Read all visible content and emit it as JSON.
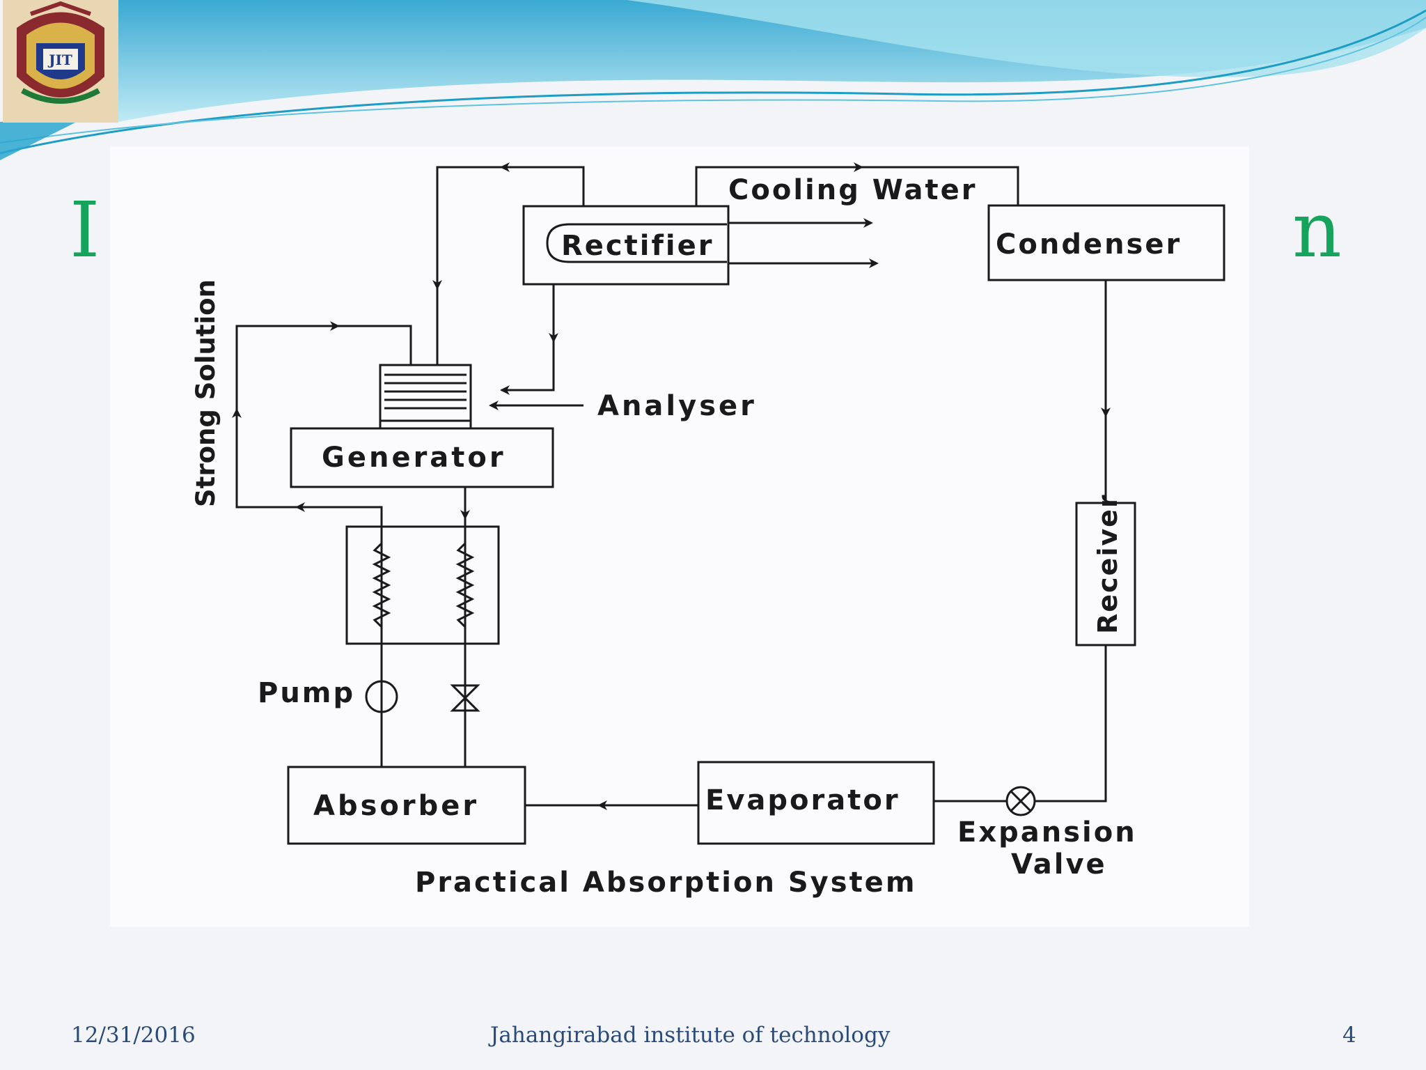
{
  "slide": {
    "title_left_fragment": "I",
    "title_right_fragment": "n",
    "logo_letters": "JIT"
  },
  "diagram": {
    "components": {
      "rectifier": "Rectifier",
      "condenser": "Condenser",
      "generator": "Generator",
      "receiver": "Receiver",
      "absorber": "Absorber",
      "evaporator": "Evaporator"
    },
    "labels": {
      "cooling_water": "Cooling Water",
      "analyser": "Analyser",
      "strong_solution": "Strong Solution",
      "pump": "Pump",
      "expansion": "Expansion",
      "valve": "Valve"
    },
    "caption": "Practical Absorption System"
  },
  "footer": {
    "date": "12/31/2016",
    "institute": "Jahangirabad institute of technology",
    "page_number": "4"
  },
  "colors": {
    "title_green": "#16a35b",
    "footer_text": "#2a4a7a",
    "wave_blue": "#4fb8d8"
  }
}
